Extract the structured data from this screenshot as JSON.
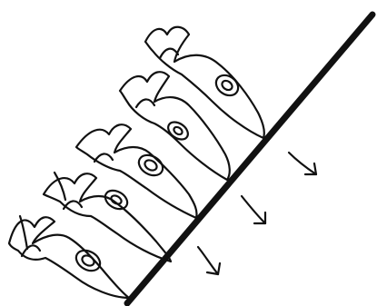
{
  "drawing": {
    "style": "hand-drawn sketch",
    "ink_color": "#111111",
    "background_color": "#ffffff",
    "cell_count": 5,
    "arrow_count": 3,
    "icons": {
      "line": "surface-line-icon",
      "cell": "cell-outline-icon",
      "nucleus": "nucleus-icon",
      "arrow": "arrow-icon"
    }
  }
}
